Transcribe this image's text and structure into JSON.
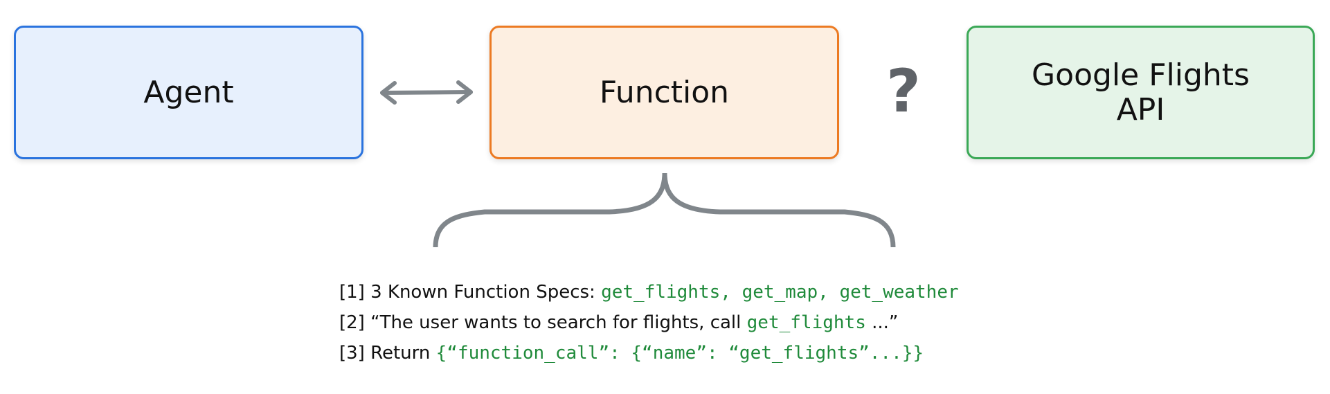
{
  "nodes": {
    "agent": {
      "label": "Agent"
    },
    "function": {
      "label": "Function"
    },
    "question_mark": "?",
    "google_flights": {
      "label_line1": "Google Flights",
      "label_line2": "API"
    }
  },
  "specs": {
    "line1": {
      "prefix": "[1] 3 Known Function Specs: ",
      "code": "get_flights, get_map, get_weather"
    },
    "line2": {
      "prefix": "[2] “The user wants to search for flights, call ",
      "code": "get_flights",
      "suffix": " ...”"
    },
    "line3": {
      "prefix": "[3] Return ",
      "code": "{“function_call”: {“name”: “get_flights”...}}"
    }
  },
  "colors": {
    "agent_border": "#2a73de",
    "agent_fill": "#e7f0fd",
    "function_border": "#ec7a22",
    "function_fill": "#fdefe1",
    "flights_border": "#3aa856",
    "flights_fill": "#e5f4e8",
    "connector_gray": "#80868b",
    "code_green": "#1f8a3a"
  }
}
